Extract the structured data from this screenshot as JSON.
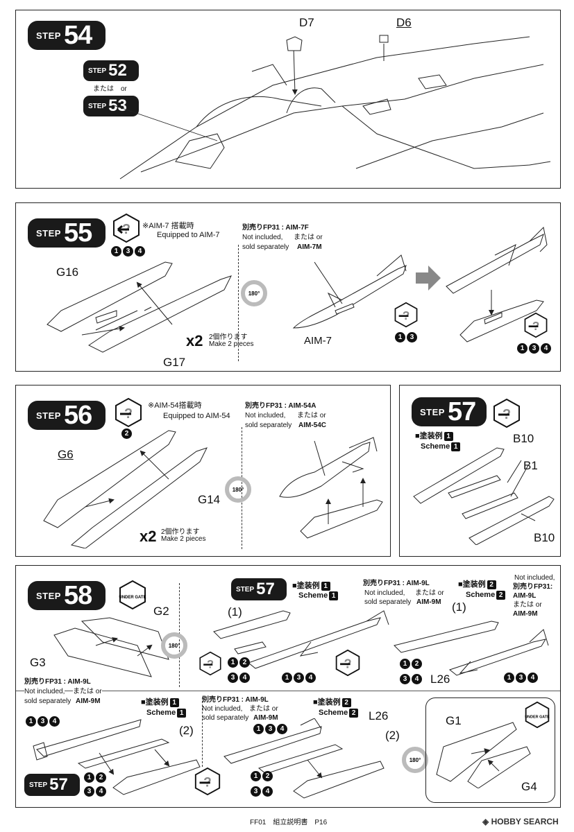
{
  "steps": {
    "s54": {
      "word": "STEP",
      "num": "54",
      "sub1": "52",
      "or_text": "または　or",
      "sub2": "53",
      "d7": "D7",
      "d6": "D6"
    },
    "s55": {
      "word": "STEP",
      "num": "55",
      "note_jp": "※AIM-7 搭載時",
      "note_en": "Equipped to AIM-7",
      "nums": [
        "1",
        "3",
        "4"
      ],
      "g16": "G16",
      "g17": "G17",
      "x2": "x2",
      "make_jp": "2個作ります",
      "make_en": "Make 2 pieces",
      "sold_a": "別売りFP31 : AIM-7F",
      "sold_b": "Not included,",
      "sold_c": "sold separately",
      "sold_or": "または or",
      "sold_d": "AIM-7M",
      "aim7": "AIM-7",
      "rot": "180°",
      "nums_b": [
        "1",
        "3"
      ],
      "nums_c": [
        "1",
        "3",
        "4"
      ]
    },
    "s56": {
      "word": "STEP",
      "num": "56",
      "note_jp": "※AIM-54搭載時",
      "note_en": "Equipped to AIM-54",
      "nums": [
        "2"
      ],
      "g6": "G6",
      "g14": "G14",
      "x2": "x2",
      "make_jp": "2個作ります",
      "make_en": "Make 2 pieces",
      "sold_a": "別売りFP31 : AIM-54A",
      "sold_b": "Not included,",
      "sold_c": "sold separately",
      "sold_or": "または or",
      "sold_d": "AIM-54C",
      "rot": "180°"
    },
    "s57": {
      "word": "STEP",
      "num": "57",
      "paint": "■塗装例",
      "scheme": "Scheme",
      "sq": "1",
      "b10a": "B10",
      "b1": "B1",
      "b10b": "B10"
    },
    "s58": {
      "word": "STEP",
      "num": "58",
      "under": "UNDER GATE",
      "g2": "G2",
      "g3": "G3",
      "g1": "G1",
      "g4": "G4",
      "rot": "180°",
      "paint": "■塗装例",
      "scheme": "Scheme",
      "sq1": "1",
      "sq2": "2",
      "l26": "L26",
      "p1": "(1)",
      "p2": "(2)",
      "sold_a": "別売りFP31 : AIM-9L",
      "sold_b": "Not included,",
      "sold_c": "sold separately",
      "sold_or": "または or",
      "sold_d": "AIM-9M",
      "alt_a": "Not included,",
      "alt_b": "別売りFP31:",
      "alt_c": "AIM-9L",
      "alt_d": "または or",
      "alt_e": "AIM-9M",
      "n12": [
        "1",
        "2"
      ],
      "n34": [
        "3",
        "4"
      ],
      "n134": [
        "1",
        "3",
        "4"
      ]
    }
  },
  "footer": {
    "doc": "FF01　組立説明書　P16",
    "brand": "HOBBY SEARCH"
  }
}
